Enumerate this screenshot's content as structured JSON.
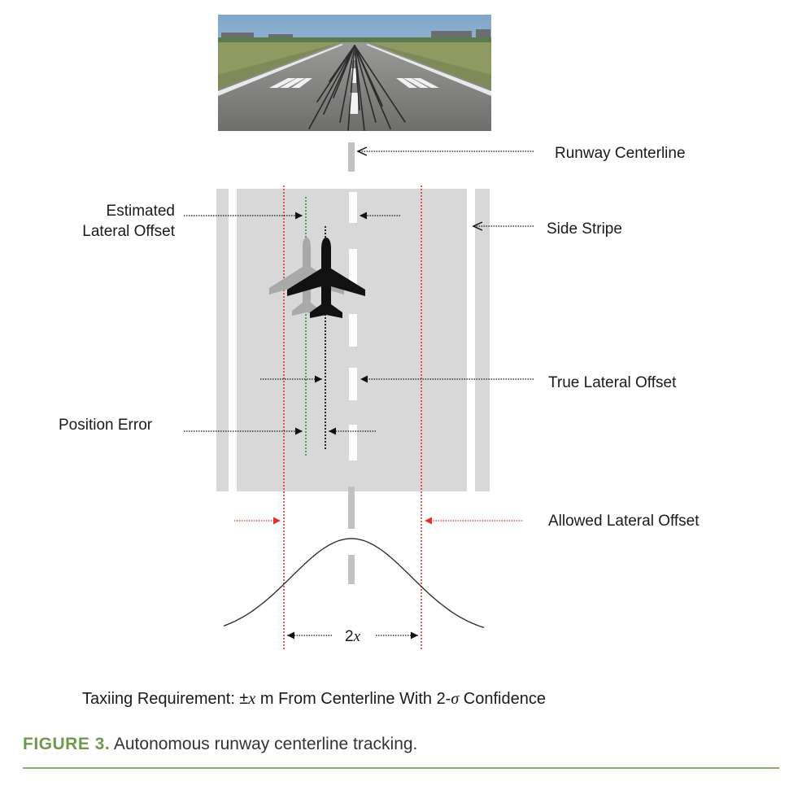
{
  "labels": {
    "runway_centerline": "Runway Centerline",
    "estimated_lateral_offset_line1": "Estimated",
    "estimated_lateral_offset_line2": "Lateral Offset",
    "side_stripe": "Side Stripe",
    "true_lateral_offset": "True Lateral Offset",
    "position_error": "Position Error",
    "allowed_lateral_offset": "Allowed Lateral Offset",
    "two_x": "2x"
  },
  "requirement": {
    "prefix": "Taxiing Requirement: ±",
    "var": "x",
    "mid": " m From Centerline With 2-",
    "sigma": "σ",
    "suffix": "  Confidence"
  },
  "caption": {
    "number": "FIGURE 3.",
    "text": " Autonomous runway centerline tracking."
  },
  "colors": {
    "runway": "#d8d8d8",
    "allowed_offset_lines": "#e0312b",
    "estimate_line": "#2ea043",
    "aircraft": "#111111",
    "aircraft_shadow": "#a9a9a9",
    "caption_accent": "#6d9a4f"
  }
}
